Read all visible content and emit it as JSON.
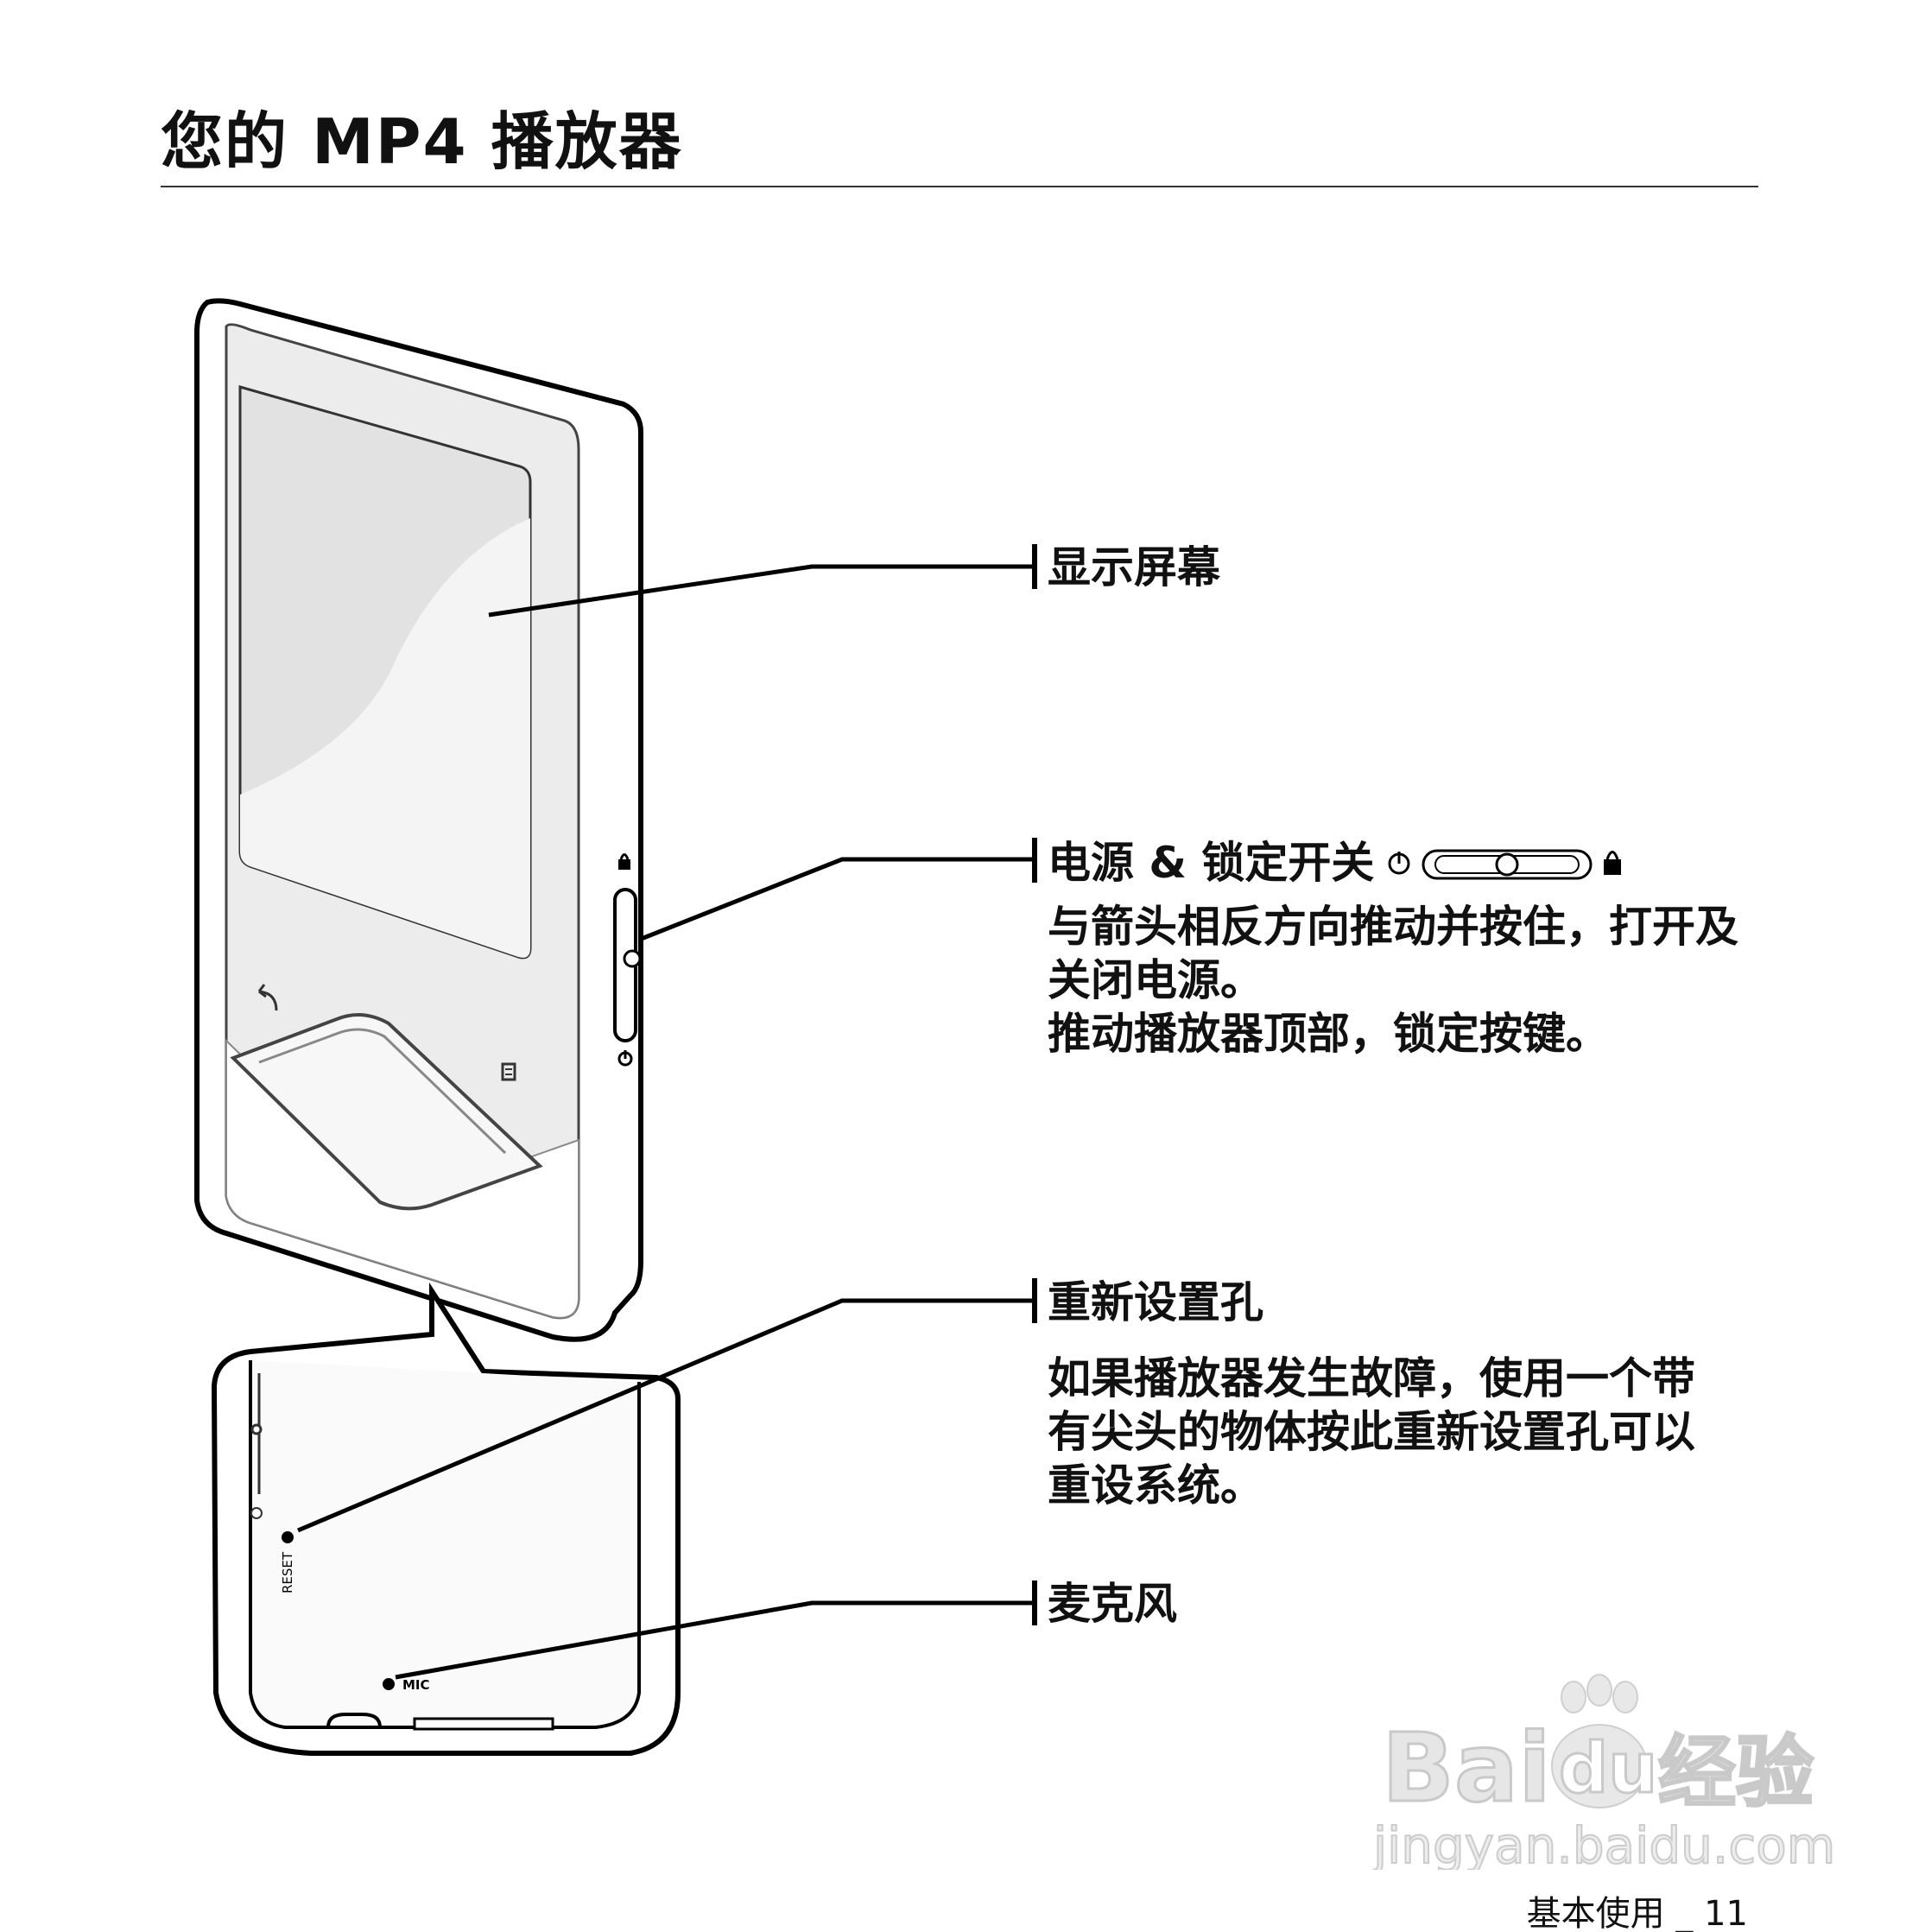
{
  "page": {
    "title": "您的 MP4 播放器",
    "footer": "基本使用 _ 11"
  },
  "callouts": {
    "display": {
      "heading": "显示屏幕"
    },
    "power": {
      "heading": "电源 & 锁定开关",
      "lines": [
        "与箭头相反方向推动并按住，打开及",
        "关闭电源。",
        "推动播放器顶部，锁定按键。"
      ]
    },
    "reset": {
      "heading": "重新设置孔",
      "lines": [
        "如果播放器发生故障，使用一个带",
        "有尖头的物体按此重新设置孔可以",
        "重设系统。"
      ]
    },
    "mic": {
      "heading": "麦克风"
    }
  },
  "device_labels": {
    "reset": "RESET",
    "mic": "MIC"
  },
  "watermark": {
    "brand": "Bai",
    "brand2": "du",
    "cn": "经验",
    "url": "jingyan.baidu.com"
  },
  "icons": [
    "power-icon",
    "lock-icon",
    "slider-switch-icon",
    "back-icon",
    "menu-icon"
  ]
}
